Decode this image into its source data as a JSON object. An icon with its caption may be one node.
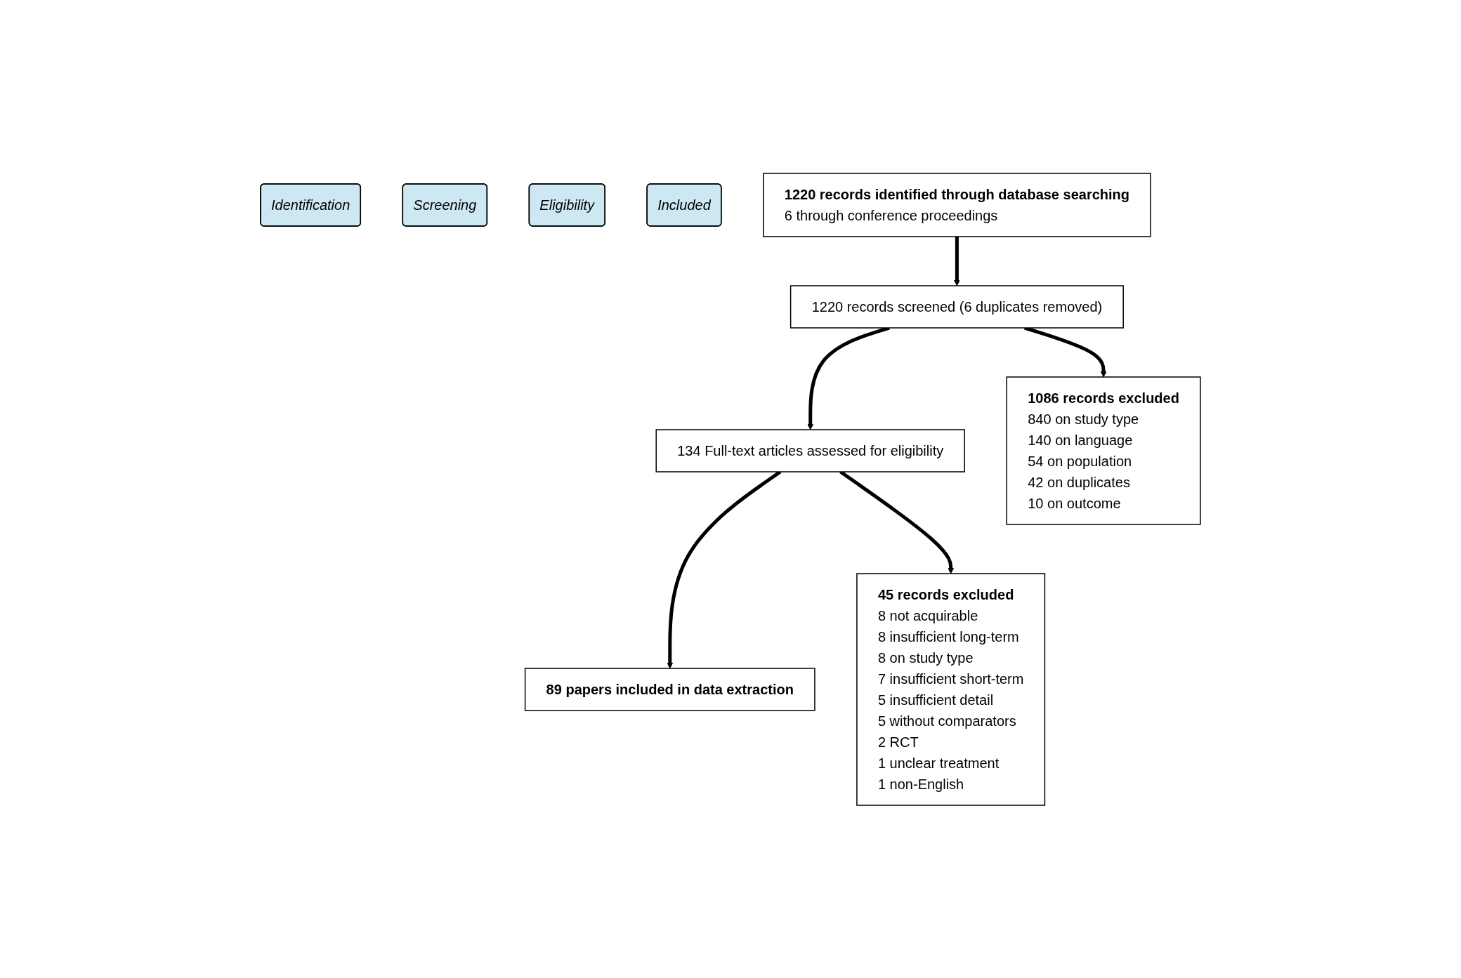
{
  "diagram": {
    "nodes": [
      {
        "text": [
          "Identification"
        ]
      },
      {
        "text": [
          "Screening"
        ]
      },
      {
        "text": [
          "Eligibility"
        ]
      },
      {
        "text": [
          "Included"
        ]
      },
      {
        "text": [
          "1220 records identified through database searching",
          "6 through conference proceedings"
        ]
      },
      {
        "text": [
          "1220 records screened (6 duplicates removed)"
        ]
      },
      {
        "text": [
          "134 Full-text articles assessed for eligibility"
        ]
      },
      {
        "text": [
          "89 papers included in data extraction"
        ]
      },
      {
        "text": [
          "1086 records excluded",
          "840 on study type",
          "140 on language",
          "54 on population",
          "42 on duplicates",
          "10 on outcome"
        ]
      },
      {
        "text": [
          "45 records excluded",
          "8 not acquirable",
          "8 insufficient long-term",
          "8 on study type",
          "7 insufficient short-term",
          "5 insufficient detail",
          "5 without comparators",
          "2 RCT",
          "1 unclear treatment",
          "1 non-English"
        ]
      }
    ],
    "edges": [
      {
        "from": 4,
        "to": 5,
        "arrow": "to"
      },
      {
        "from": 5,
        "to": 6,
        "arrow": "to"
      },
      {
        "from": 6,
        "to": 7,
        "arrow": "to"
      },
      {
        "from": 5,
        "to": 8,
        "arrow": "to"
      },
      {
        "from": 6,
        "to": 9,
        "arrow": "to"
      }
    ]
  }
}
